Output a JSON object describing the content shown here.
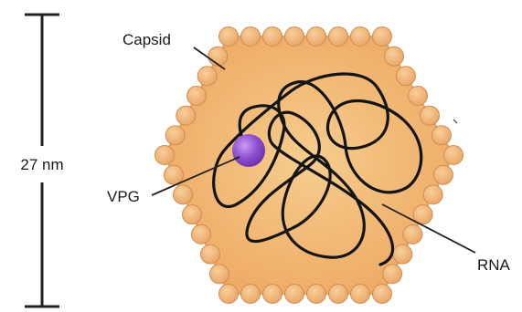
{
  "labels": {
    "scale": "27 nm",
    "capsid": "Capsid",
    "vpg": "VPG",
    "rna": "RNA"
  },
  "colors": {
    "capsid_fill": "#f1b06d",
    "capsid_center": "#f6cd8e",
    "bead_fill": "#efb173",
    "bead_stroke": "#d28d50",
    "vpg": "#8f4fd0",
    "rna": "#141414",
    "line": "#222222"
  }
}
